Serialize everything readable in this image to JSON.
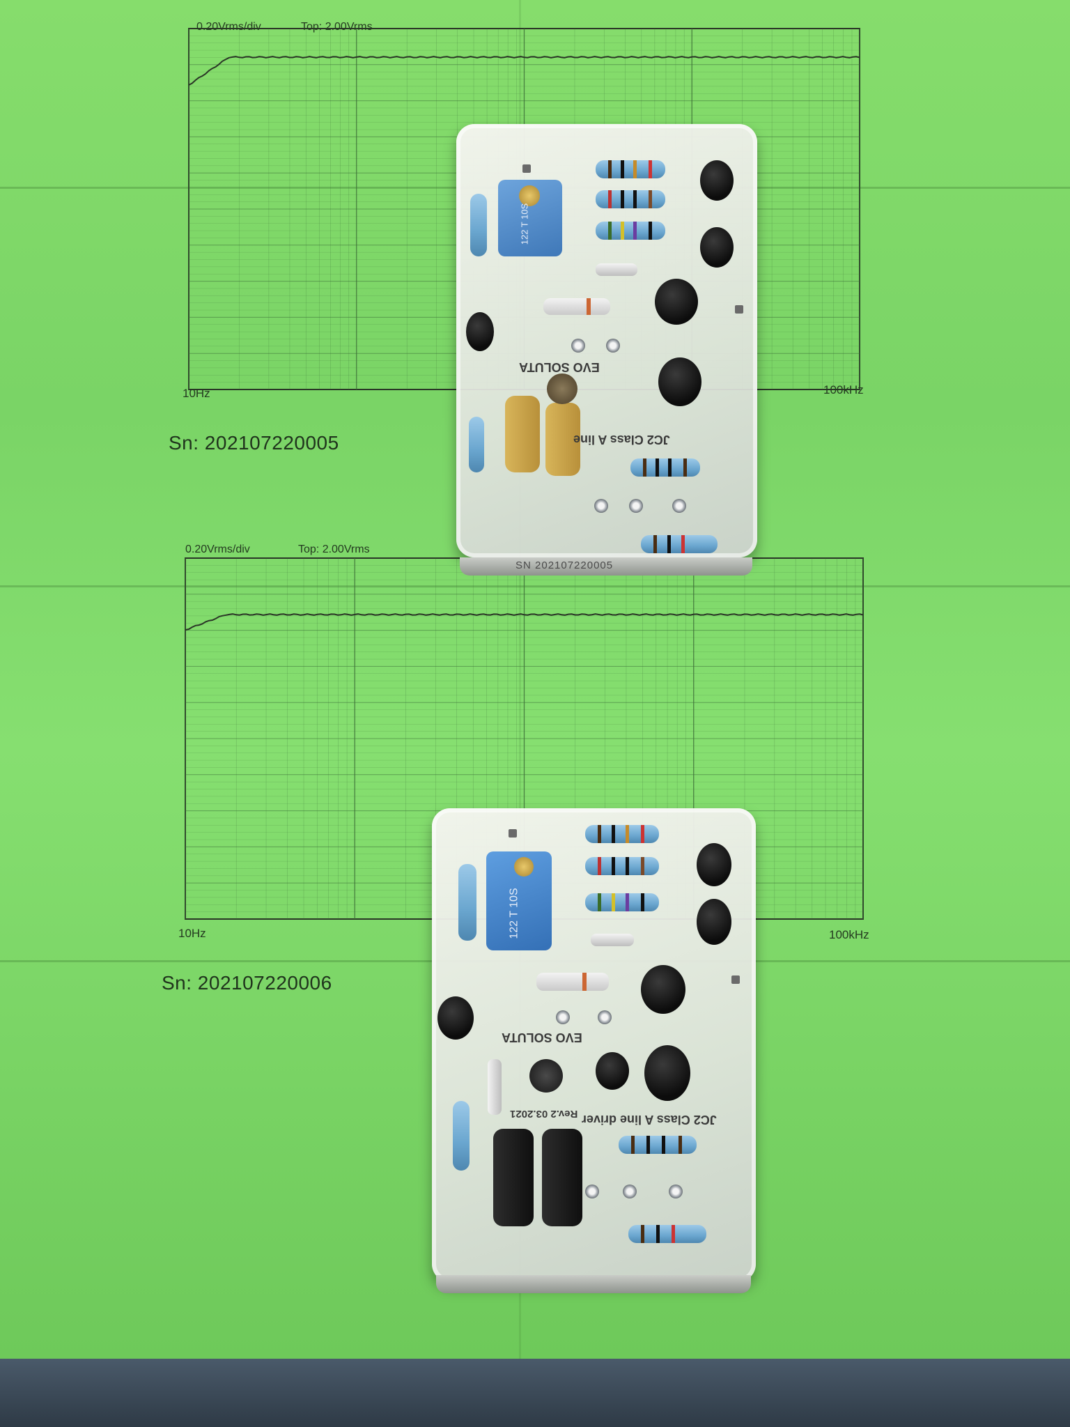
{
  "plots": [
    {
      "header_left": "0.20Vrms/div",
      "header_right": "Top: 2.00Vrms",
      "x_start": "10Hz",
      "x_end": "100kHz",
      "serial": "Sn: 202107220005"
    },
    {
      "header_left": "0.20Vrms/div",
      "header_right": "Top: 2.00Vrms",
      "x_start": "10Hz",
      "x_end": "100kHz",
      "serial": "Sn: 202107220006"
    }
  ],
  "modules": [
    {
      "brand": "EVO SOLUTA",
      "label": "JC2 Class A line",
      "cap_marking": "122 T 10S",
      "side_serial": "SN 202107220005"
    },
    {
      "brand": "EVO SOLUTA",
      "label": "JC2 Class A line driver",
      "revision": "Rev.2 03.2021",
      "cap_marking": "122 T 10S"
    }
  ],
  "colors": {
    "paper": "#7fd86a",
    "grid": "#3d6f38",
    "trace": "#2a3526",
    "resistor": "#6aa6cf"
  }
}
